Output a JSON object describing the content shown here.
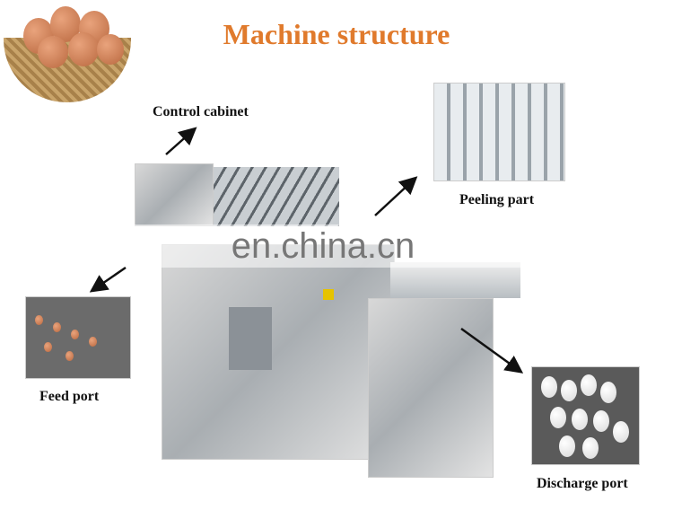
{
  "title": "Machine structure",
  "labels": {
    "control_cabinet": "Control cabinet",
    "peeling_part": "Peeling part",
    "feed_port": "Feed port",
    "discharge_port": "Discharge port"
  },
  "watermark": "en.china.cn",
  "colors": {
    "title": "#e07a2c",
    "label": "#111111"
  }
}
